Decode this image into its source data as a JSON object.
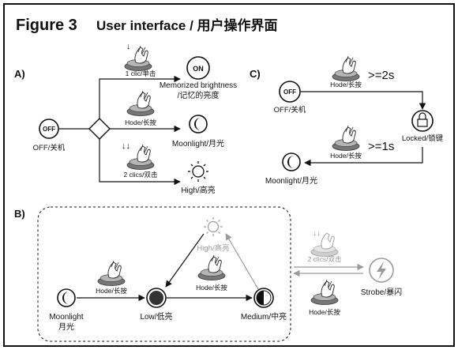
{
  "header": {
    "figure": "Figure 3",
    "title": "User interface / 用户操作界面"
  },
  "icons": {
    "on": "ON",
    "off": "OFF",
    "on_icon": "power-on-icon",
    "off_icon": "power-off-icon",
    "moon_icon": "moon-icon",
    "sun_icon": "sun-icon",
    "lock_icon": "lock-icon",
    "strobe_icon": "lightning-icon",
    "low_icon": "filled-circle-icon",
    "medium_icon": "half-circle-icon",
    "press_icon": "button-press-hand-icon"
  },
  "colors": {
    "ink": "#111111",
    "gray": "#9a9a9a"
  },
  "sectionA": {
    "label": "A)",
    "single_click": "1 clic/单击",
    "memorized": "Memorized brightness",
    "memorized_cn": "/记忆的亮度",
    "hold": "Hode/长按",
    "moonlight": "Moonlight/月光",
    "double_click": "2 clics/双击",
    "high": "High/高亮",
    "off_label": "OFF/关机"
  },
  "sectionB": {
    "label": "B)",
    "moonlight": "Moonlight",
    "moonlight_cn": "月光",
    "hold_left": "Hode/长按",
    "low": "Low/低亮",
    "hold_mid": "Hode/长按",
    "medium": "Medium/中亮",
    "high": "High/高亮",
    "double_click": "2 clics/双击",
    "strobe": "Strobe/暴闪",
    "hold_strobe": "Hode/长按"
  },
  "sectionC": {
    "label": "C)",
    "off_label": "OFF/关机",
    "hold_top": "Hode/长按",
    "cond_top": ">=2s",
    "locked": "Locked/锁键",
    "hold_bottom": "Hode/长按",
    "cond_bottom": ">=1s",
    "moonlight": "Moonlight/月光"
  }
}
